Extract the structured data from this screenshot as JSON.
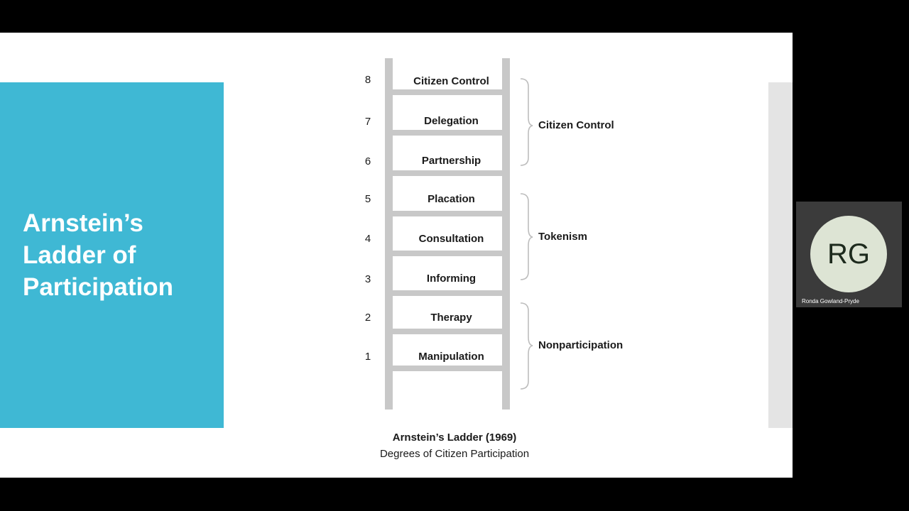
{
  "slide": {
    "title": "Arnstein’s Ladder of Participation"
  },
  "ladder": {
    "rungs": [
      {
        "number": "8",
        "label": "Citizen Control"
      },
      {
        "number": "7",
        "label": "Delegation"
      },
      {
        "number": "6",
        "label": "Partnership"
      },
      {
        "number": "5",
        "label": "Placation"
      },
      {
        "number": "4",
        "label": "Consultation"
      },
      {
        "number": "3",
        "label": "Informing"
      },
      {
        "number": "2",
        "label": "Therapy"
      },
      {
        "number": "1",
        "label": "Manipulation"
      }
    ],
    "groups": [
      {
        "label": "Citizen Control"
      },
      {
        "label": "Tokenism"
      },
      {
        "label": "Nonparticipation"
      }
    ],
    "caption_title": "Arnstein’s Ladder (1969)",
    "caption_subtitle": "Degrees of Citizen Participation"
  },
  "participant": {
    "initials": "RG",
    "name": "Ronda Gowland-Pryde"
  },
  "colors": {
    "title_panel": "#3fb8d4",
    "ladder": "#c8c8c8",
    "avatar_bg": "#dde4d4"
  }
}
